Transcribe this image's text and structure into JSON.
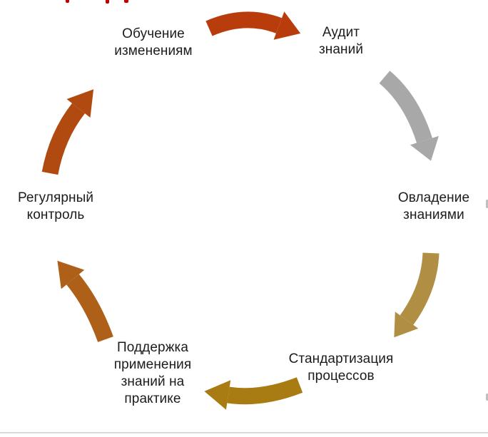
{
  "diagram": {
    "type": "cycle",
    "text_color": "#1c1c1c",
    "nodes": [
      {
        "id": "training",
        "label": "Обучение\nизменениям"
      },
      {
        "id": "audit",
        "label": "Аудит\nзнаний"
      },
      {
        "id": "mastery",
        "label": "Овладение\nзнаниями"
      },
      {
        "id": "standardization",
        "label": "Стандартизация\nпроцессов"
      },
      {
        "id": "support",
        "label": "Поддержка\nприменения\nзнаний на\nпрактике"
      },
      {
        "id": "control",
        "label": "Регулярный\nконтроль"
      }
    ],
    "arrows": [
      {
        "from": "Обучение изменениям",
        "to": "Аудит знаний",
        "color": "#B93D0C"
      },
      {
        "from": "Аудит знаний",
        "to": "Овладение знаниями",
        "color": "#A8A8A8"
      },
      {
        "from": "Овладение знаниями",
        "to": "Стандартизация процессов",
        "color": "#B08F45"
      },
      {
        "from": "Стандартизация процессов",
        "to": "Поддержка применения знаний на практике",
        "color": "#A87C12"
      },
      {
        "from": "Поддержка применения знаний на практике",
        "to": "Регулярный контроль",
        "color": "#AE5F18"
      },
      {
        "from": "Регулярный контроль",
        "to": "Обучение изменениям",
        "color": "#B04A10"
      }
    ]
  },
  "decorations": {
    "clipped_top_text_color": "#C00000",
    "edge_fragment_color": "#BFBFBF",
    "bottom_divider_color": "#D9D9D9"
  }
}
